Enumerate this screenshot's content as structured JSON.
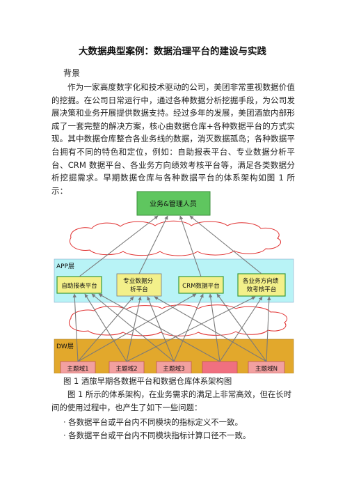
{
  "doc": {
    "title": "大数据典型案例：数据治理平台的建设与实践",
    "section": "背景",
    "para1": "作为一家高度数字化和技术驱动的公司，美团非常重视数据价值的挖掘。在公司日常运行中，通过各种数据分析挖掘手段，为公司发展决策和业务开展提供数据支持。经过多年的发展，美团酒旅内部形成了一套完整的解决方案，核心由数据仓库+各种数据平台的方式实现。其中数据仓库整合各业务线的数据，消灭数据孤岛；各种数据平台拥有不同的特色和定位，例如：自助报表平台、专业数据分析平台、CRM 数据平台、各业务方向绩效考核平台等，满足各类数据分析挖掘需求。早期数据仓库与各种数据平台的体系架构如图 1 所示：",
    "caption": "图 1 酒旅早期各数据平台和数据仓库体系架构图",
    "para2": "图 1 所示的体系架构，在业务需求的满足上非常高效，但在长时间的使用过程中，也产生了如下一些问题：",
    "bullets": [
      "· 各数据平台或平台内不同模块的指标定义不一致。",
      "· 各数据平台或平台内不同模块指标计算口径不一致。"
    ]
  },
  "diagram": {
    "top_box": "业务&管理人员",
    "app_layer": "APP层",
    "dw_layer": "DW层",
    "apps": [
      [
        "自助报表平台"
      ],
      [
        "专业数据分",
        "析平台"
      ],
      [
        "CRM数据平台"
      ],
      [
        "各业务方向绩",
        "效考核平台"
      ]
    ],
    "domains": [
      "主题域1",
      "主题域2",
      "主题域3",
      "",
      "主题域N"
    ],
    "colors": {
      "top_box": "#5fc65f",
      "app_bg": "#b8f3f6",
      "app_box": "#f3f08a",
      "dw_bg": "#e2a82c",
      "domain_box": "#f2a0a0",
      "cloud": "#e03030",
      "arrow": "#7a7a7a"
    }
  }
}
